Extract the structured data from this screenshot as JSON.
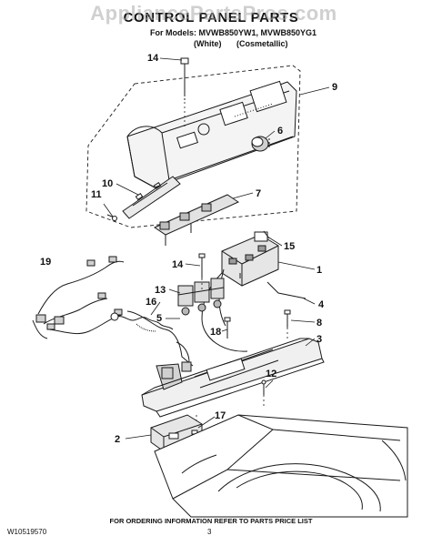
{
  "watermark": "AppliancePartsPros.com",
  "title": "CONTROL PANEL PARTS",
  "models_line": "For Models: MVWB850YW1, MVWB850YG1",
  "variants": [
    "(White)",
    "(Cosmetallic)"
  ],
  "callouts": [
    "14",
    "9",
    "6",
    "10",
    "7",
    "11",
    "15",
    "14",
    "1",
    "19",
    "13",
    "16",
    "4",
    "5",
    "8",
    "18",
    "3",
    "12",
    "2",
    "17"
  ],
  "footer_note": "FOR ORDERING INFORMATION REFER TO PARTS PRICE LIST",
  "doc_number": "W10519570",
  "page_number": "3",
  "colors": {
    "line": "#1a1a1a",
    "shade": "#cfcfcf",
    "watermark": "#aaaaaa"
  }
}
